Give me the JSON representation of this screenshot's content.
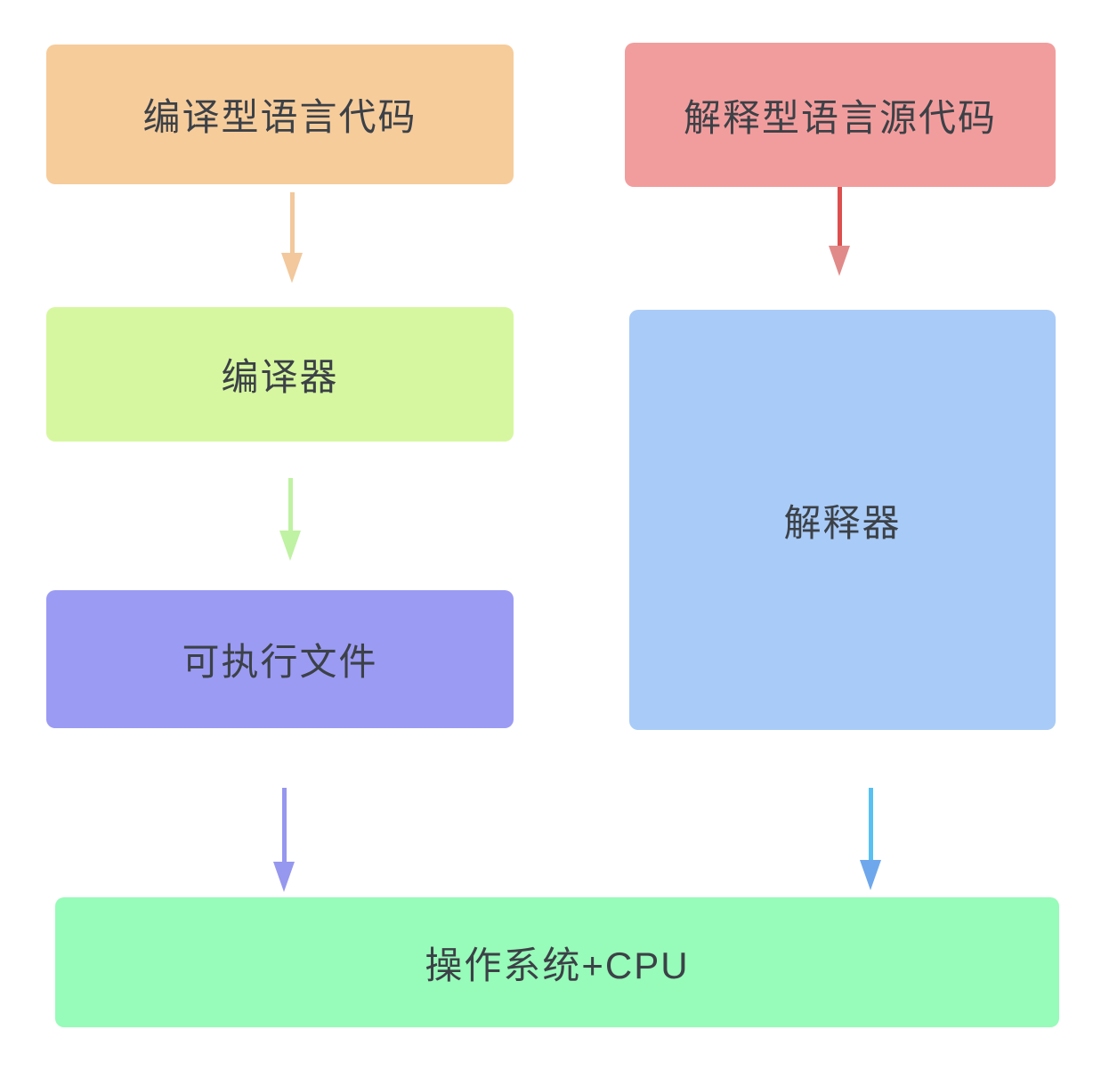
{
  "diagram": {
    "background": "#FFFFFF",
    "text_color": "#3C4147",
    "nodes": [
      {
        "id": "compiled-source",
        "label": "编译型语言代码",
        "color": "#F6CC9B"
      },
      {
        "id": "interpreted-source",
        "label": "解释型语言源代码",
        "color": "#F29D9D"
      },
      {
        "id": "compiler",
        "label": "编译器",
        "color": "#D6F79F"
      },
      {
        "id": "interpreter",
        "label": "解释器",
        "color": "#A9CBF7"
      },
      {
        "id": "executable",
        "label": "可执行文件",
        "color": "#9B9BF4"
      },
      {
        "id": "os-cpu",
        "label": "操作系统+CPU",
        "color": "#97FBB9"
      }
    ],
    "arrows": [
      {
        "id": "compiled-to-compiler",
        "from": "compiled-source",
        "to": "compiler",
        "shaft_color": "#F2C89C",
        "head_color": "#F2C89C"
      },
      {
        "id": "interpreted-to-interpreter",
        "from": "interpreted-source",
        "to": "interpreter",
        "shaft_color": "#DC4F4F",
        "head_color": "#E18A8A"
      },
      {
        "id": "compiler-to-executable",
        "from": "compiler",
        "to": "executable",
        "shaft_color": "#BFF2A3",
        "head_color": "#BFF2A3"
      },
      {
        "id": "executable-to-os-cpu",
        "from": "executable",
        "to": "os-cpu",
        "shaft_color": "#9697EE",
        "head_color": "#9697EE"
      },
      {
        "id": "interpreter-to-os-cpu",
        "from": "interpreter",
        "to": "os-cpu",
        "shaft_color": "#58C1F2",
        "head_color": "#6FA7EC"
      }
    ]
  }
}
